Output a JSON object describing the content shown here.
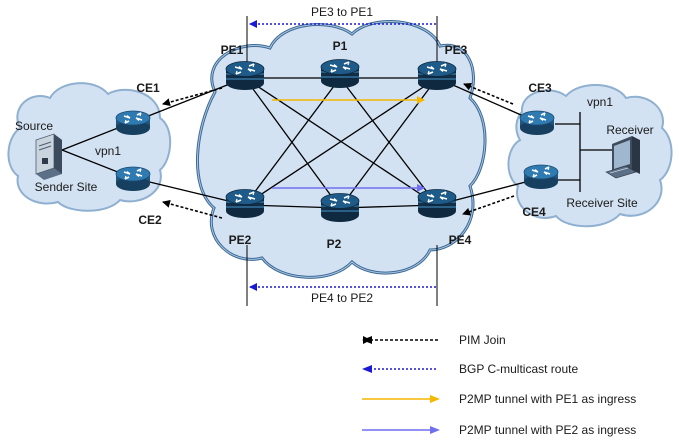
{
  "nodes": {
    "pe1": "PE1",
    "pe2": "PE2",
    "pe3": "PE3",
    "pe4": "PE4",
    "p1": "P1",
    "p2": "P2",
    "ce1": "CE1",
    "ce2": "CE2",
    "ce3": "CE3",
    "ce4": "CE4"
  },
  "sites": {
    "sender": {
      "name": "Sender Site",
      "host": "Source",
      "vpn": "vpn1"
    },
    "receiver": {
      "name": "Receiver Site",
      "host": "Receiver",
      "vpn": "vpn1"
    }
  },
  "route_labels": {
    "top": "PE3 to PE1",
    "bottom": "PE4 to PE2"
  },
  "legend": [
    {
      "label": "PIM Join",
      "style": "black-dashed",
      "color": "#000000"
    },
    {
      "label": "BGP C-multicast route",
      "style": "blue-dotted",
      "color": "#1a1ad6"
    },
    {
      "label": "P2MP tunnel with PE1 as ingress",
      "style": "orange-solid",
      "color": "#f5b700"
    },
    {
      "label": "P2MP tunnel with PE2 as ingress",
      "style": "purple-solid",
      "color": "#6f6ff0"
    }
  ],
  "colors": {
    "cloud_fill": "#d3e2f2",
    "cloud_stroke": "#8fb0d0",
    "router_fill": "#1f5f8f"
  }
}
